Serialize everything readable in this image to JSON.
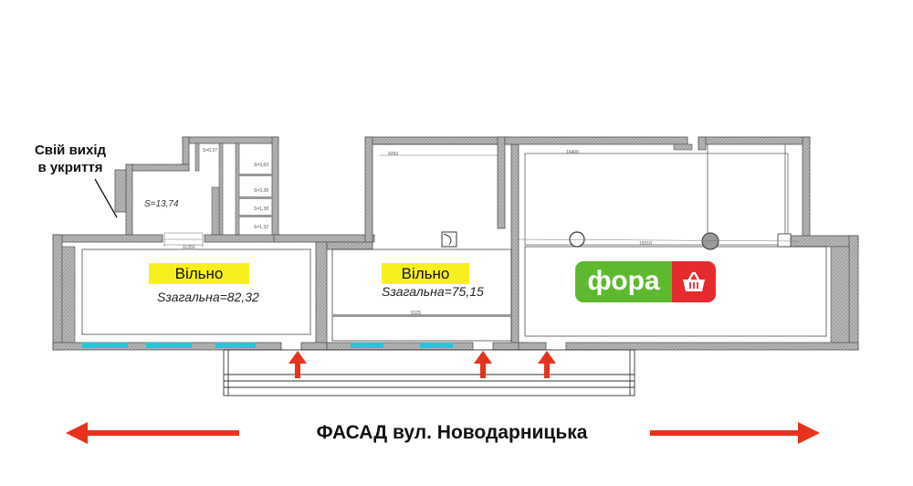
{
  "shelter": {
    "line1": "Свій вихід",
    "line2": "в укриття"
  },
  "small_area_label": "S=13,74",
  "units": [
    {
      "status": "Вільно",
      "area": "Sзагальна=82,32"
    },
    {
      "status": "Вільно",
      "area": "Sзагальна=75,15"
    }
  ],
  "tenant": {
    "name": "фора",
    "icon": "basket-icon",
    "colors": {
      "green": "#5fb92f",
      "red": "#e52b2d"
    }
  },
  "facade": {
    "label": "ФАСАД вул. Новодарницька",
    "arrow_color": "#e8321e"
  },
  "colors": {
    "wall": "#9a9a9a",
    "wall_edge": "#555555",
    "window": "#29c4d9",
    "free_label_bg": "#f7ef1e"
  }
}
